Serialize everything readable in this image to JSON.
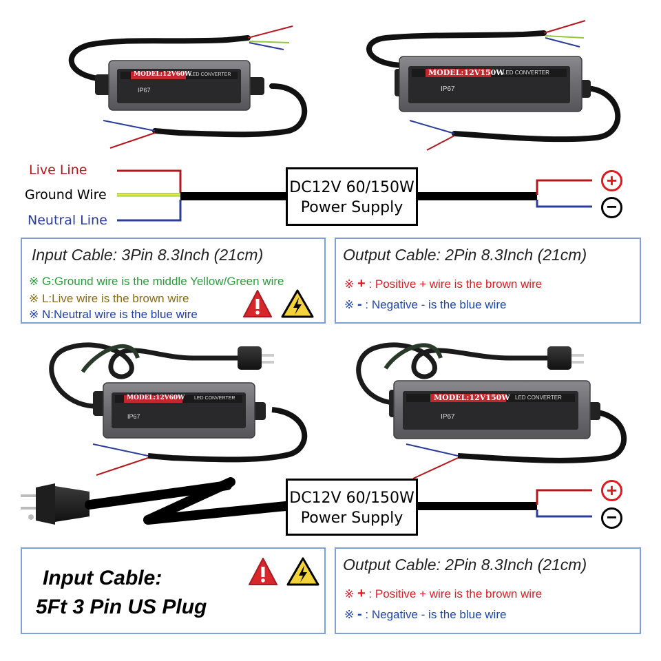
{
  "colors": {
    "live": "#b3171c",
    "ground": "#93c83e",
    "ground_stripe": "#f2e43a",
    "neutral": "#2b3c9a",
    "positive": "#e1191f",
    "negative": "#1c45a8",
    "green_text": "#2a9d3a",
    "brown_text": "#8a6b12",
    "blue_text": "#1f3fa8",
    "box_border": "#7da0d6"
  },
  "top_units": [
    {
      "model": "MODEL:12V60W",
      "converter": "LED CONVERTER",
      "ip": "IP67"
    },
    {
      "model": "MODEL:12V150W",
      "converter": "LED CONVERTER",
      "ip": "IP67"
    }
  ],
  "bottom_units": [
    {
      "model": "MODEL:12V60W",
      "converter": "LED CONVERTER",
      "ip": "IP67"
    },
    {
      "model": "MODEL:12V150W",
      "converter": "LED CONVERTER",
      "ip": "IP67"
    }
  ],
  "wiring_top": {
    "live_label": "Live Line",
    "ground_label": "Ground Wire",
    "neutral_label": "Neutral Line",
    "ps_line1": "DC12V 60/150W",
    "ps_line2": "Power Supply",
    "plus_symbol": "+",
    "minus_symbol": "−"
  },
  "input_box_top": {
    "title": "Input Cable:  3Pin 8.3Inch (21cm)",
    "lines": [
      {
        "mark": "※ ",
        "text": "G:Ground wire is the middle Yellow/Green wire",
        "color": "#2a9d3a"
      },
      {
        "mark": "※ ",
        "text": "L:Live wire is the brown wire",
        "color": "#8a6b12"
      },
      {
        "mark": "※ ",
        "text": "N:Neutral wire is the blue wire",
        "color": "#1f3fa8"
      }
    ]
  },
  "output_box_top": {
    "title": "Output Cable:  2Pin 8.3Inch (21cm)",
    "pos_mark": "※",
    "pos_sym": "+",
    "pos_text": ": Positive + wire is the brown wire",
    "neg_mark": "※",
    "neg_sym": "-",
    "neg_text": ": Negative - is the blue wire"
  },
  "wiring_bottom": {
    "ps_line1": "DC12V 60/150W",
    "ps_line2": "Power Supply",
    "plus_symbol": "+",
    "minus_symbol": "−"
  },
  "input_box_bottom": {
    "title_line1": "Input Cable:",
    "title_line2": "5Ft 3 Pin US Plug"
  },
  "output_box_bottom": {
    "title": "Output Cable:  2Pin 8.3Inch (21cm)",
    "pos_mark": "※",
    "pos_sym": "+",
    "pos_text": ": Positive + wire is the brown wire",
    "neg_mark": "※",
    "neg_sym": "-",
    "neg_text": ": Negative - is the blue wire"
  },
  "icons": [
    "danger-exclamation-icon",
    "high-voltage-icon",
    "plus-terminal-icon",
    "minus-terminal-icon"
  ]
}
